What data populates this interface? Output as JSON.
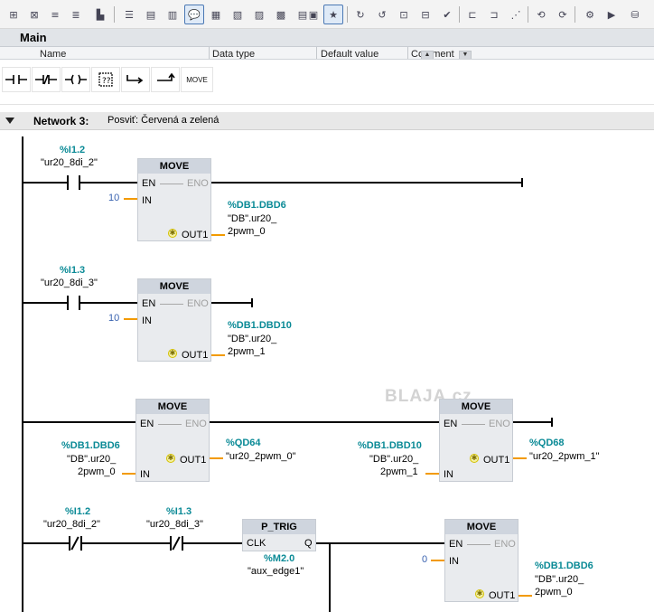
{
  "toolbar": {
    "icons": [
      "insert-network-icon",
      "delete-network-icon",
      "insert-row-icon",
      "add-row-icon",
      "reset-start-values-icon",
      "absolute-operands-icon",
      "favorites-icon",
      "networks-collapse-icon",
      "network-comments-icon",
      "open-all-networks-icon",
      "close-all-networks-icon",
      "show-symbols-icon",
      "show-addresses-icon",
      "show-all-icon",
      "toggle-bookmark-icon",
      "go-to-previous-error-icon",
      "go-to-next-error-icon",
      "update-calls-icon",
      "monitoring-icon",
      "monitor-off-icon",
      "compare-icon",
      "cross-ref-icon",
      "simulate-icon",
      "download-icon",
      "compile-icon",
      "online-icon",
      "diagnostics-icon",
      "monitor-all-icon",
      "settings-icon"
    ]
  },
  "interface": {
    "title": "Main",
    "columns": [
      "Name",
      "Data type",
      "Default value",
      "Comment"
    ]
  },
  "favorites": {
    "move_label": "MOVE",
    "items": [
      "normally-open-contact-icon",
      "normally-closed-contact-icon",
      "coil-icon",
      "empty-box-icon",
      "open-branch-icon",
      "close-branch-icon",
      "move-box"
    ]
  },
  "network": {
    "title": "Network 3:",
    "comment": "Posviť: Červená a zelená"
  },
  "watermark": "BLAJA.cz",
  "common": {
    "move": "MOVE",
    "en": "EN",
    "eno": "ENO",
    "in": "IN",
    "out1": "OUT1",
    "ptrig": "P_TRIG",
    "clk": "CLK",
    "q": "Q"
  },
  "row1": {
    "contact_addr": "%I1.2",
    "contact_tag": "\"ur20_8di_2\"",
    "in_const": "10",
    "out_addr": "%DB1.DBD6",
    "out_tag_1": "\"DB\".ur20_",
    "out_tag_2": "2pwm_0"
  },
  "row2": {
    "contact_addr": "%I1.3",
    "contact_tag": "\"ur20_8di_3\"",
    "in_const": "10",
    "out_addr": "%DB1.DBD10",
    "out_tag_1": "\"DB\".ur20_",
    "out_tag_2": "2pwm_1"
  },
  "row3": {
    "left_in_addr": "%DB1.DBD6",
    "left_in_tag_1": "\"DB\".ur20_",
    "left_in_tag_2": "2pwm_0",
    "left_out_addr": "%QD64",
    "left_out_tag": "\"ur20_2pwm_0\"",
    "right_in_addr": "%DB1.DBD10",
    "right_in_tag_1": "\"DB\".ur20_",
    "right_in_tag_2": "2pwm_1",
    "right_out_addr": "%QD68",
    "right_out_tag": "\"ur20_2pwm_1\""
  },
  "row4": {
    "c1_addr": "%I1.2",
    "c1_tag": "\"ur20_8di_2\"",
    "c2_addr": "%I1.3",
    "c2_tag": "\"ur20_8di_3\"",
    "ptrig_addr": "%M2.0",
    "ptrig_tag": "\"aux_edge1\"",
    "in_const": "0",
    "out_addr": "%DB1.DBD6",
    "out_tag_1": "\"DB\".ur20_",
    "out_tag_2": "2pwm_0"
  }
}
